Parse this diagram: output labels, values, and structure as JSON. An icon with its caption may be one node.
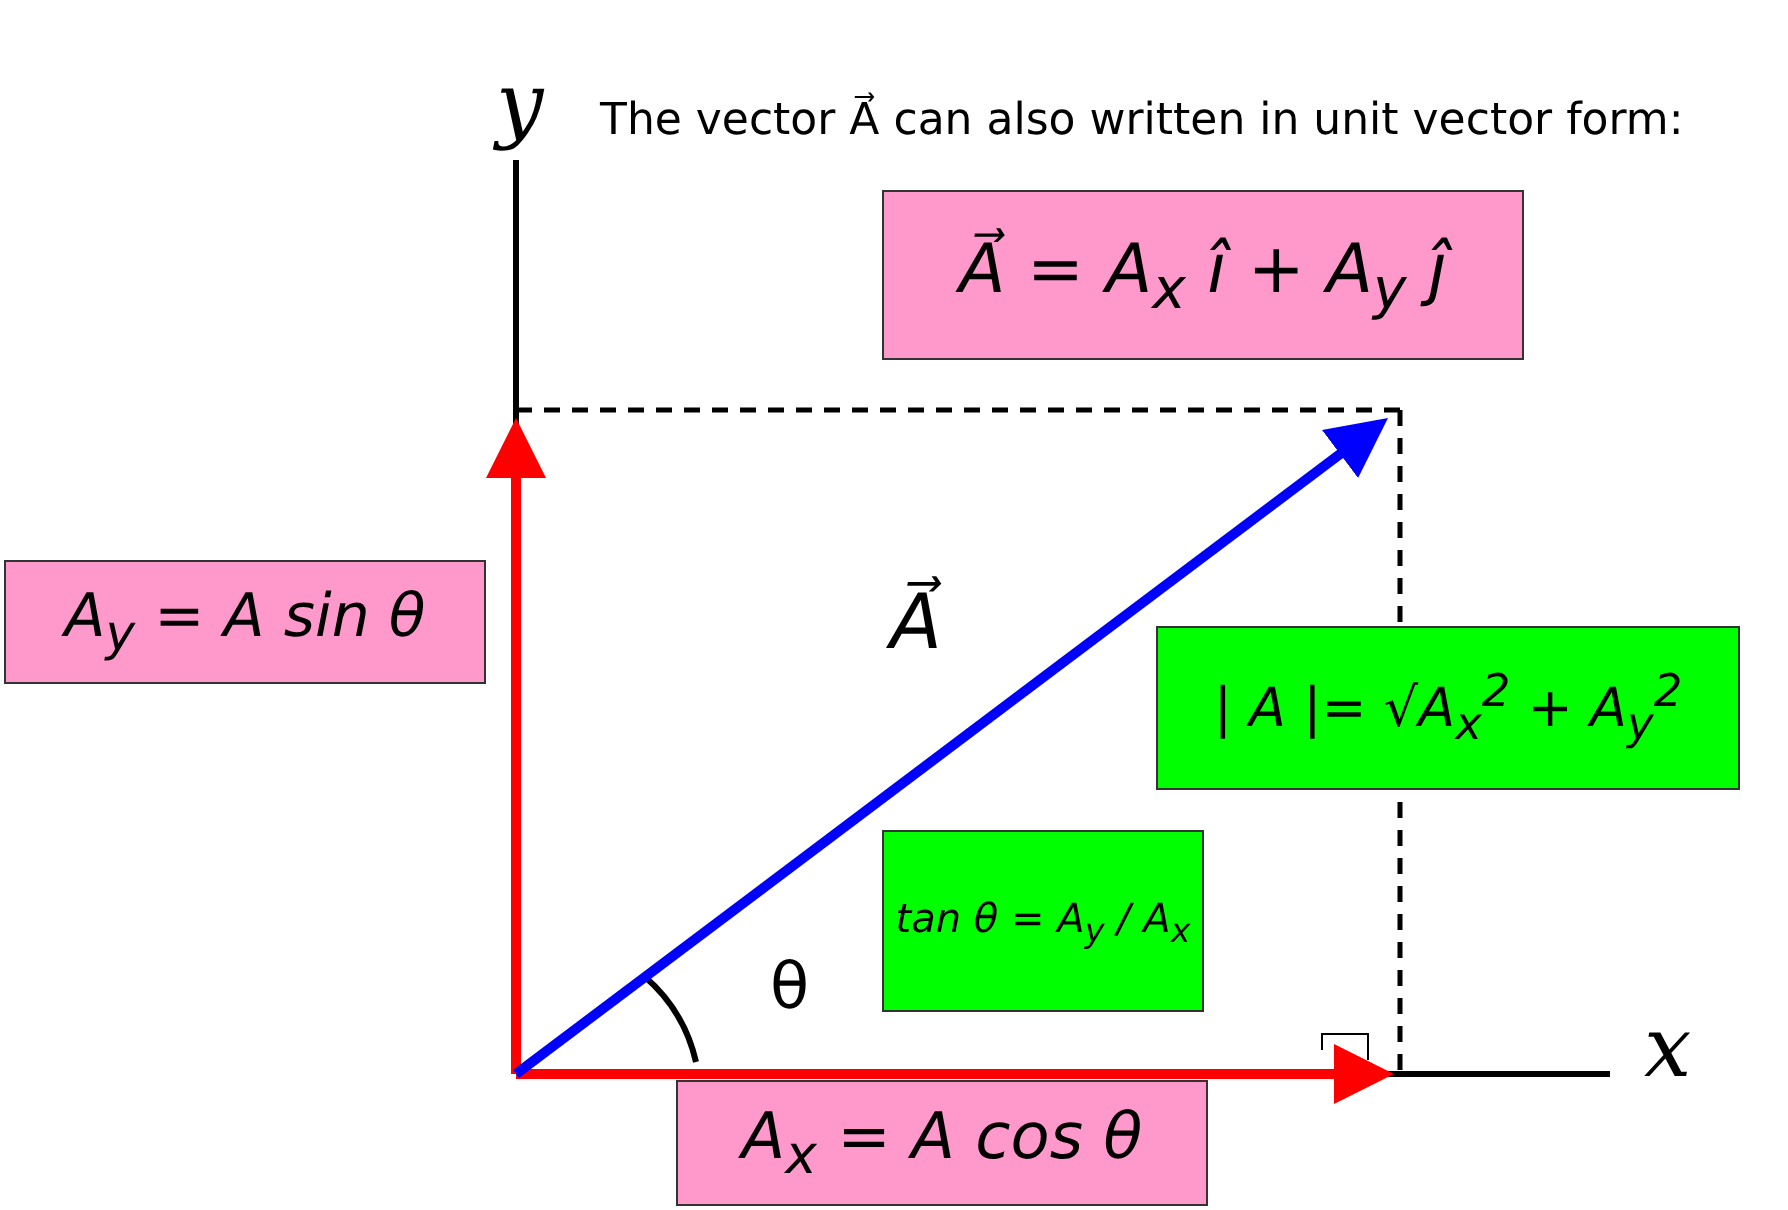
{
  "diagram": {
    "nodes": [
      {
        "text": [
          "A⃗ = A$_{x}$ î + A$_{y}$ ĵ"
        ]
      },
      {
        "text": [
          "A$_{y}$ = A sin θ"
        ]
      },
      {
        "text": [
          "| A |= √A$_{x}$$^{2}$ + A$_{y}$$^{2}$"
        ]
      },
      {
        "text": [
          "tan θ = A$_{y}$ / A$_{x}$"
        ]
      },
      {
        "text": [
          "A$_{x}$ = A cos θ"
        ]
      }
    ],
    "edges": [],
    "labels": [
      "y",
      "The vector A⃗ can also written in unit vector form:",
      "A⃗",
      "θ",
      "x"
    ]
  }
}
